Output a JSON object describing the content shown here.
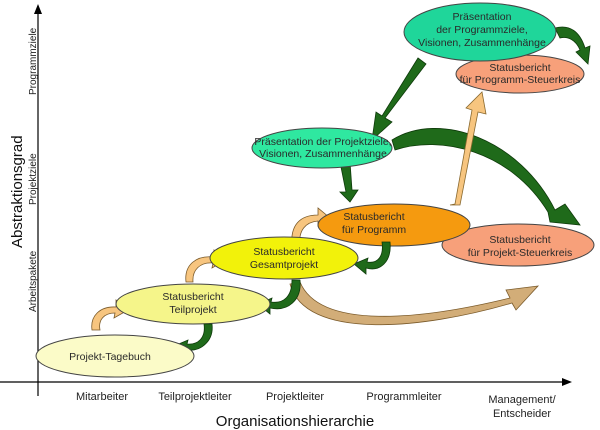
{
  "axes": {
    "x_title": "Organisationshierarchie",
    "y_title": "Abstraktionsgrad",
    "x_ticks": [
      "Mitarbeiter",
      "Teilprojektleiter",
      "Projektleiter",
      "Programmleiter",
      "Management/",
      "Entscheider"
    ],
    "y_ticks": [
      "Arbeitspakete",
      "Projektziele",
      "Programmziele"
    ]
  },
  "nodes": {
    "tagebuch": {
      "line1": "Projekt-Tagebuch",
      "color": "#fbfbc8"
    },
    "teilprojekt": {
      "line1": "Statusbericht",
      "line2": "Teilprojekt",
      "color": "#f5f58a"
    },
    "gesamtprojekt": {
      "line1": "Statusbericht",
      "line2": "Gesamtprojekt",
      "color": "#f2f20a"
    },
    "programm": {
      "line1": "Statusbericht",
      "line2": "für Programm",
      "color": "#f59a0f"
    },
    "projekt_steuerkreis": {
      "line1": "Statusbericht",
      "line2": "für Projekt-Steuerkreis",
      "color": "#f7a07a"
    },
    "praes_projekt": {
      "line1": "Präsentation der Projektziele,",
      "line2": "Visionen, Zusammenhänge",
      "color": "#2fe8a0"
    },
    "praes_programm": {
      "line1": "Präsentation",
      "line2": "der Programmziele,",
      "line3": "Visionen, Zusammenhänge",
      "color": "#1fd69a"
    },
    "programm_steuerkreis": {
      "line1": "Statusbericht",
      "line2": "für Programm-Steuerkreis",
      "color": "#f7a07a"
    }
  },
  "colors": {
    "green_arrow": "#1f6a1a",
    "tan_arrow": "#f7c57f",
    "brown_arrow": "#c8a06a"
  }
}
